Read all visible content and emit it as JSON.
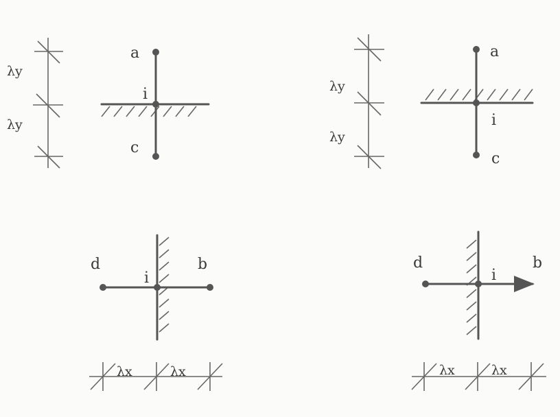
{
  "diagram": {
    "colors": {
      "ink": "#555555",
      "paper": "#fbfbfa"
    },
    "panels": [
      {
        "id": "top-left",
        "labels": {
          "top": "a",
          "center": "i",
          "bottom": "c"
        },
        "spacing": [
          "λy",
          "λy"
        ]
      },
      {
        "id": "top-right",
        "labels": {
          "top": "a",
          "center": "i",
          "bottom": "c"
        },
        "spacing": [
          "λy",
          "λy"
        ]
      },
      {
        "id": "bottom-left",
        "labels": {
          "left": "d",
          "center": "i",
          "right": "b"
        },
        "spacing": [
          "λx",
          "λx"
        ]
      },
      {
        "id": "bottom-right",
        "labels": {
          "left": "d",
          "center": "i",
          "right": "b"
        },
        "spacing": [
          "λx",
          "λx"
        ]
      }
    ]
  }
}
